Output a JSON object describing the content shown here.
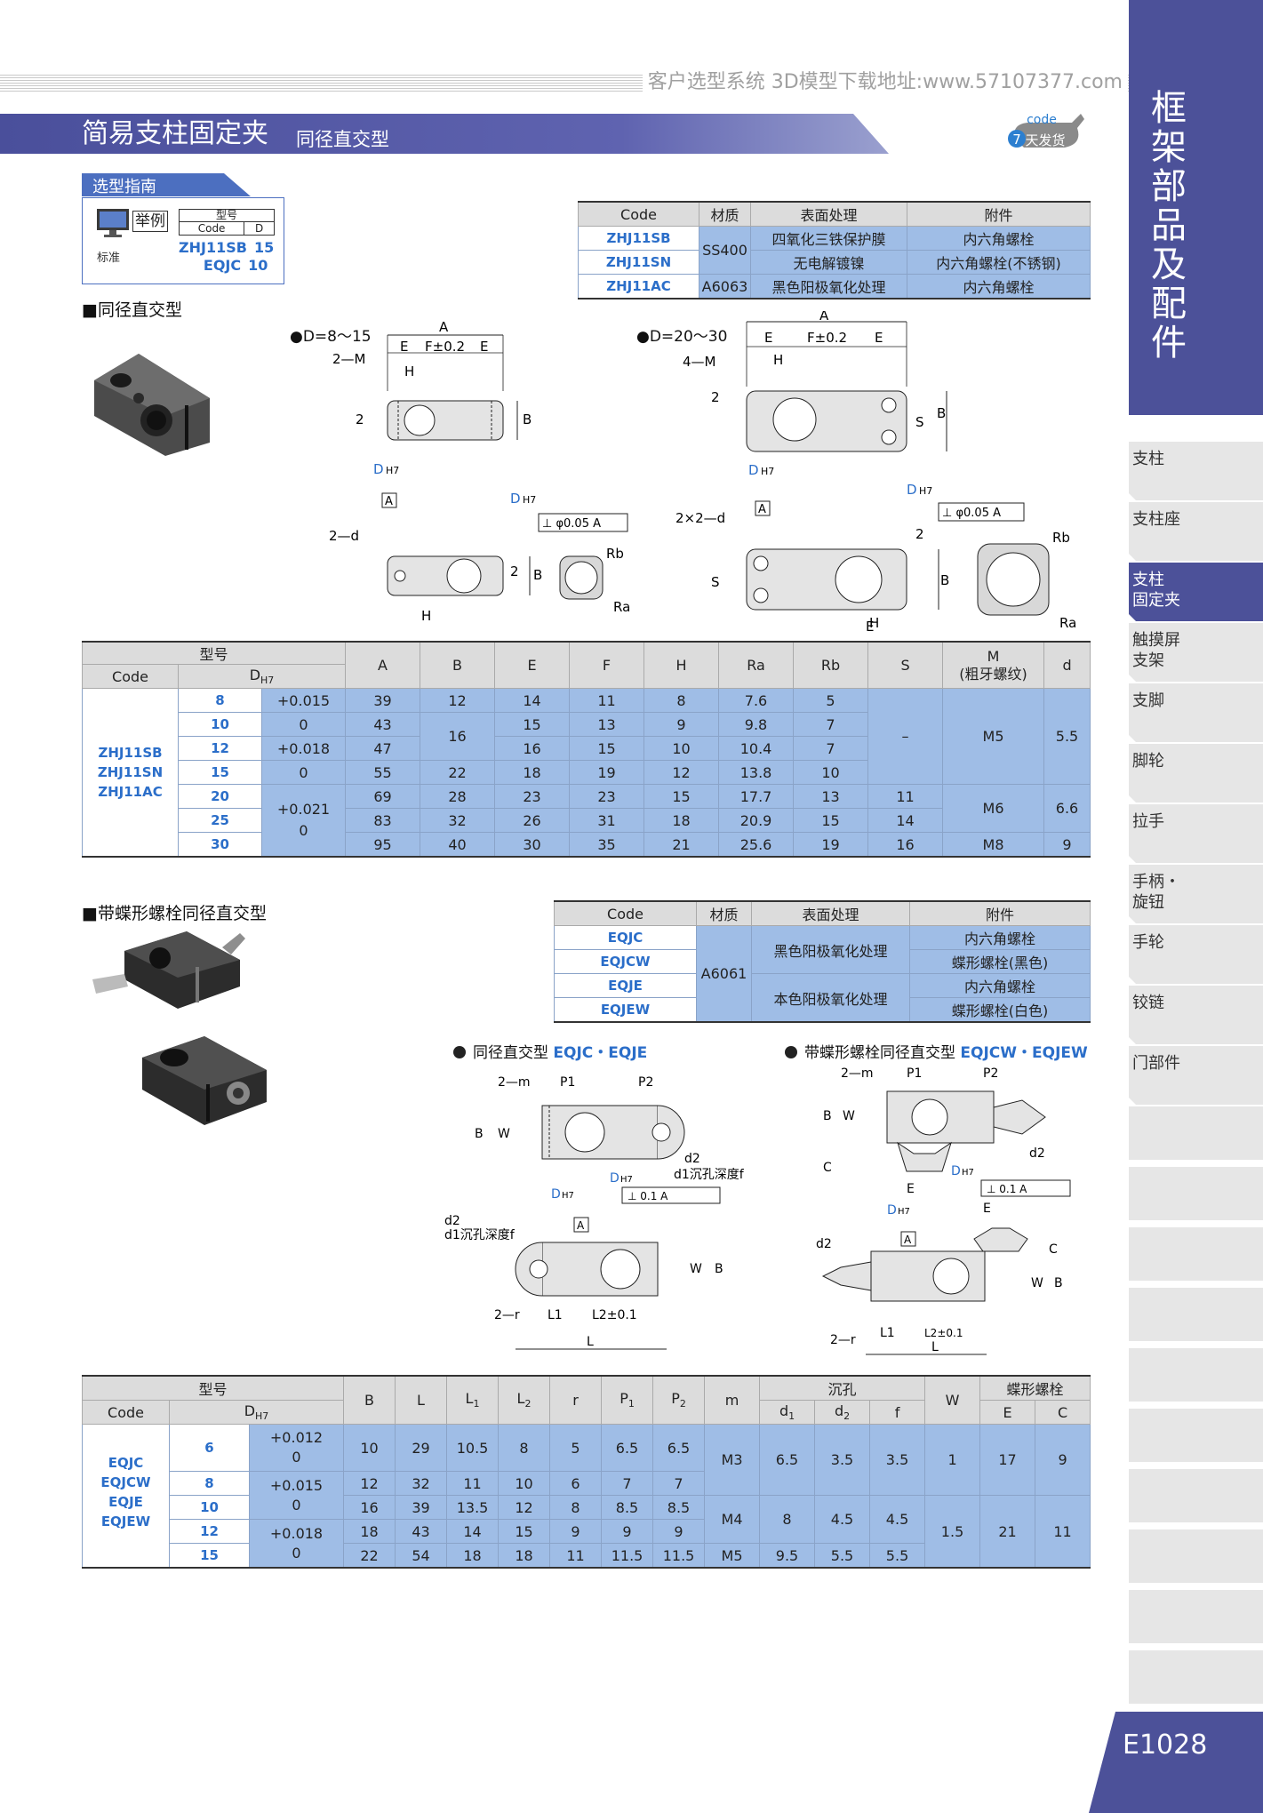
{
  "header": {
    "site_text": "客户选型系统  3D模型下载地址:www.57107377.com",
    "title_main": "简易支柱固定夹",
    "title_sub": "同径直交型",
    "badge_code": "code",
    "badge_days": "7",
    "badge_text": "天发货"
  },
  "sidebar": {
    "category_title": "框架部品及配件",
    "items": [
      {
        "label": "支柱"
      },
      {
        "label": "支柱座"
      },
      {
        "label": "支柱\n固定夹",
        "active": true
      },
      {
        "label": "触摸屏\n支架"
      },
      {
        "label": "支脚"
      },
      {
        "label": "脚轮"
      },
      {
        "label": "拉手"
      },
      {
        "label": "手柄・\n旋钮"
      },
      {
        "label": "手轮"
      },
      {
        "label": "铰链"
      },
      {
        "label": "门部件"
      }
    ],
    "page_number": "E1028"
  },
  "guide": {
    "tag": "选型指南",
    "example": "举例",
    "std": "标准",
    "hdr_type": "型号",
    "hdr_code": "Code",
    "hdr_d": "D",
    "rows": [
      [
        "ZHJ11SB",
        "15"
      ],
      [
        "EQJC",
        "10"
      ]
    ]
  },
  "section1": {
    "label": "■同径直交型",
    "drawing_left_label": "●D=8～15",
    "drawing_right_label": "●D=20～30",
    "mat_table": {
      "headers": [
        "Code",
        "材质",
        "表面处理",
        "附件"
      ],
      "rows": [
        {
          "code": "ZHJ11SB",
          "material": "SS400",
          "surface": "四氧化三铁保护膜",
          "accessory": "内六角螺栓"
        },
        {
          "code": "ZHJ11SN",
          "material": "",
          "surface": "无电解镀镍",
          "accessory": "内六角螺栓(不锈钢)"
        },
        {
          "code": "ZHJ11AC",
          "material": "A6063",
          "surface": "黑色阳极氧化处理",
          "accessory": "内六角螺栓"
        }
      ]
    },
    "spec_table": {
      "h_type": "型号",
      "h_code": "Code",
      "h_d": "D",
      "cols": [
        "A",
        "B",
        "E",
        "F",
        "H",
        "Ra",
        "Rb",
        "S"
      ],
      "h_m": "M",
      "h_m_sub": "(粗牙螺纹)",
      "h_dd": "d",
      "codes": [
        "ZHJ11SB",
        "ZHJ11SN",
        "ZHJ11AC"
      ],
      "rows": [
        {
          "D": "8",
          "A": "39",
          "B": "12",
          "E": "14",
          "F": "11",
          "H": "8",
          "Ra": "7.6",
          "Rb": "5"
        },
        {
          "D": "10",
          "A": "43",
          "B": "",
          "E": "15",
          "F": "13",
          "H": "9",
          "Ra": "9.8",
          "Rb": "7"
        },
        {
          "D": "12",
          "A": "47",
          "B": "16",
          "E": "16",
          "F": "15",
          "H": "10",
          "Ra": "10.4",
          "Rb": "7"
        },
        {
          "D": "15",
          "A": "55",
          "B": "22",
          "E": "18",
          "F": "19",
          "H": "12",
          "Ra": "13.8",
          "Rb": "10"
        },
        {
          "D": "20",
          "A": "69",
          "B": "28",
          "E": "23",
          "F": "23",
          "H": "15",
          "Ra": "17.7",
          "Rb": "13",
          "S": "11"
        },
        {
          "D": "25",
          "A": "83",
          "B": "32",
          "E": "26",
          "F": "31",
          "H": "18",
          "Ra": "20.9",
          "Rb": "15",
          "S": "14"
        },
        {
          "D": "30",
          "A": "95",
          "B": "40",
          "E": "30",
          "F": "35",
          "H": "21",
          "Ra": "25.6",
          "Rb": "19",
          "S": "16"
        }
      ],
      "tol": [
        "+0.015",
        "0",
        "+0.018",
        "0",
        "+0.021",
        "0"
      ],
      "s_dash": "–",
      "m_vals": [
        "M5",
        "M6",
        "M8"
      ],
      "d_vals": [
        "5.5",
        "6.6",
        "9"
      ]
    }
  },
  "section2": {
    "label": "■带蝶形螺栓同径直交型",
    "drawing_left_label": "同径直交型",
    "drawing_left_codes": "EQJC・EQJE",
    "drawing_right_label": "带蝶形螺栓同径直交型",
    "drawing_right_codes": "EQJCW・EQJEW",
    "mat_table": {
      "headers": [
        "Code",
        "材质",
        "表面处理",
        "附件"
      ],
      "codes": [
        "EQJC",
        "EQJCW",
        "EQJE",
        "EQJEW"
      ],
      "material": "A6061",
      "surface1": "黑色阳极氧化处理",
      "surface2": "本色阳极氧化处理",
      "acc": [
        "内六角螺栓",
        "蝶形螺栓(黑色)",
        "内六角螺栓",
        "蝶形螺栓(白色)"
      ]
    },
    "spec_table": {
      "h_type": "型号",
      "h_code": "Code",
      "h_d": "D",
      "cols": [
        "B",
        "L",
        "L1",
        "L2",
        "r",
        "P1",
        "P2",
        "m"
      ],
      "h_counter": "沉孔",
      "h_counter_cols": [
        "d1",
        "d2",
        "f"
      ],
      "h_w": "W",
      "h_wing": "蝶形螺栓",
      "h_wing_cols": [
        "E",
        "C"
      ],
      "codes": [
        "EQJC",
        "EQJCW",
        "EQJE",
        "EQJEW"
      ],
      "rows": [
        {
          "D": "6",
          "B": "10",
          "L": "29",
          "L1": "10.5",
          "L2": "8",
          "r": "5",
          "P1": "6.5",
          "P2": "6.5"
        },
        {
          "D": "8",
          "B": "12",
          "L": "32",
          "L1": "11",
          "L2": "10",
          "r": "6",
          "P1": "7",
          "P2": "7"
        },
        {
          "D": "10",
          "B": "16",
          "L": "39",
          "L1": "13.5",
          "L2": "12",
          "r": "8",
          "P1": "8.5",
          "P2": "8.5"
        },
        {
          "D": "12",
          "B": "18",
          "L": "43",
          "L1": "14",
          "L2": "15",
          "r": "9",
          "P1": "9",
          "P2": "9"
        },
        {
          "D": "15",
          "B": "22",
          "L": "54",
          "L1": "18",
          "L2": "18",
          "r": "11",
          "P1": "11.5",
          "P2": "11.5"
        }
      ],
      "tol": [
        "+0.012",
        "0",
        "+0.015",
        "0",
        "+0.018",
        "0"
      ],
      "m_vals": [
        "M3",
        "M4",
        "M5"
      ],
      "d1_vals": [
        "6.5",
        "8",
        "9.5"
      ],
      "d2_vals": [
        "3.5",
        "4.5",
        "5.5"
      ],
      "f_vals": [
        "3.5",
        "4.5",
        "5.5"
      ],
      "w_vals": [
        "1",
        "1.5"
      ],
      "e_vals": [
        "17",
        "21"
      ],
      "c_vals": [
        "9",
        "11"
      ]
    }
  },
  "dwg": {
    "A": "A",
    "B": "B",
    "E": "E",
    "F": "F±0.2",
    "H": "H",
    "S": "S",
    "two": "2",
    "twoM": "2—M",
    "fourM": "4—M",
    "twod": "2—d",
    "twotwod": "2×2—d",
    "D": "D",
    "H7": "H7",
    "perp": "⊥ φ0.05 A",
    "Ra": "Ra",
    "Rb": "Rb",
    "twom": "2—m",
    "P1": "P1",
    "P2": "P2",
    "W": "W",
    "C": "C",
    "d2": "d2",
    "d1f": "d1沉孔深度f",
    "perp2": "⊥  0.1  A",
    "twor": "2—r",
    "L": "L",
    "L1": "L1",
    "L2": "L2±0.1"
  }
}
